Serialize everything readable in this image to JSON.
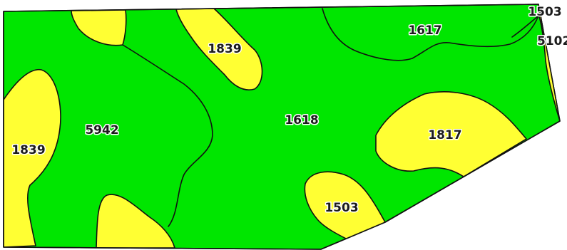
{
  "colors": {
    "green_zone": "#00e600",
    "yellow_zone": "#ffff33",
    "boundary": "#111111",
    "background": "#ffffff"
  },
  "zones": {
    "z1839_left": "1839",
    "z5942": "5942",
    "z1839_top": "1839",
    "z1618": "1618",
    "z1617": "1617",
    "z1503_top": "1503",
    "z5102": "5102",
    "z1817": "1817",
    "z1503_bottom": "1503"
  }
}
